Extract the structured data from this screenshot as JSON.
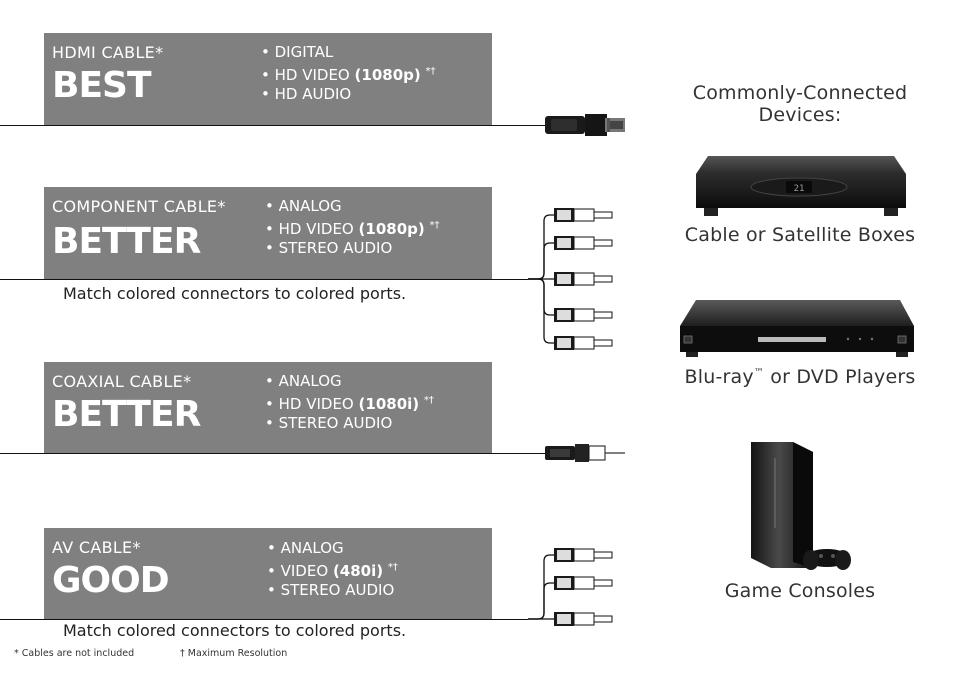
{
  "cables": [
    {
      "type_label": "HDMI CABLE*",
      "grade": "BEST",
      "features": [
        "DIGITAL",
        "HD VIDEO",
        "HD AUDIO"
      ],
      "resolution": "(1080p)",
      "marks": "*†"
    },
    {
      "type_label": "COMPONENT CABLE*",
      "grade": "BETTER",
      "features": [
        "ANALOG",
        "HD VIDEO",
        "STEREO AUDIO"
      ],
      "resolution": "(1080p)",
      "marks": "*†",
      "note": "Match colored connectors to colored ports."
    },
    {
      "type_label": "COAXIAL CABLE*",
      "grade": "BETTER",
      "features": [
        "ANALOG",
        "HD VIDEO",
        "STEREO AUDIO"
      ],
      "resolution": "(1080i)",
      "marks": "*†"
    },
    {
      "type_label": "AV CABLE*",
      "grade": "GOOD",
      "features": [
        "ANALOG",
        "VIDEO",
        "STEREO AUDIO"
      ],
      "resolution": "(480i)",
      "marks": "*†",
      "note": "Match colored connectors to colored ports."
    }
  ],
  "devices": {
    "heading_line1": "Commonly-Connected",
    "heading_line2": "Devices:",
    "items": [
      {
        "label": "Cable or Satellite Boxes",
        "icon": "cable-box-icon",
        "display": "21"
      },
      {
        "label_main": "Blu-ray",
        "label_tm": "™",
        "label_rest": " or DVD Players",
        "icon": "bluray-player-icon"
      },
      {
        "label": "Game Consoles",
        "icon": "game-console-icon"
      }
    ]
  },
  "footnotes": {
    "cables": "* Cables are not included",
    "resolution": "† Maximum Resolution"
  }
}
